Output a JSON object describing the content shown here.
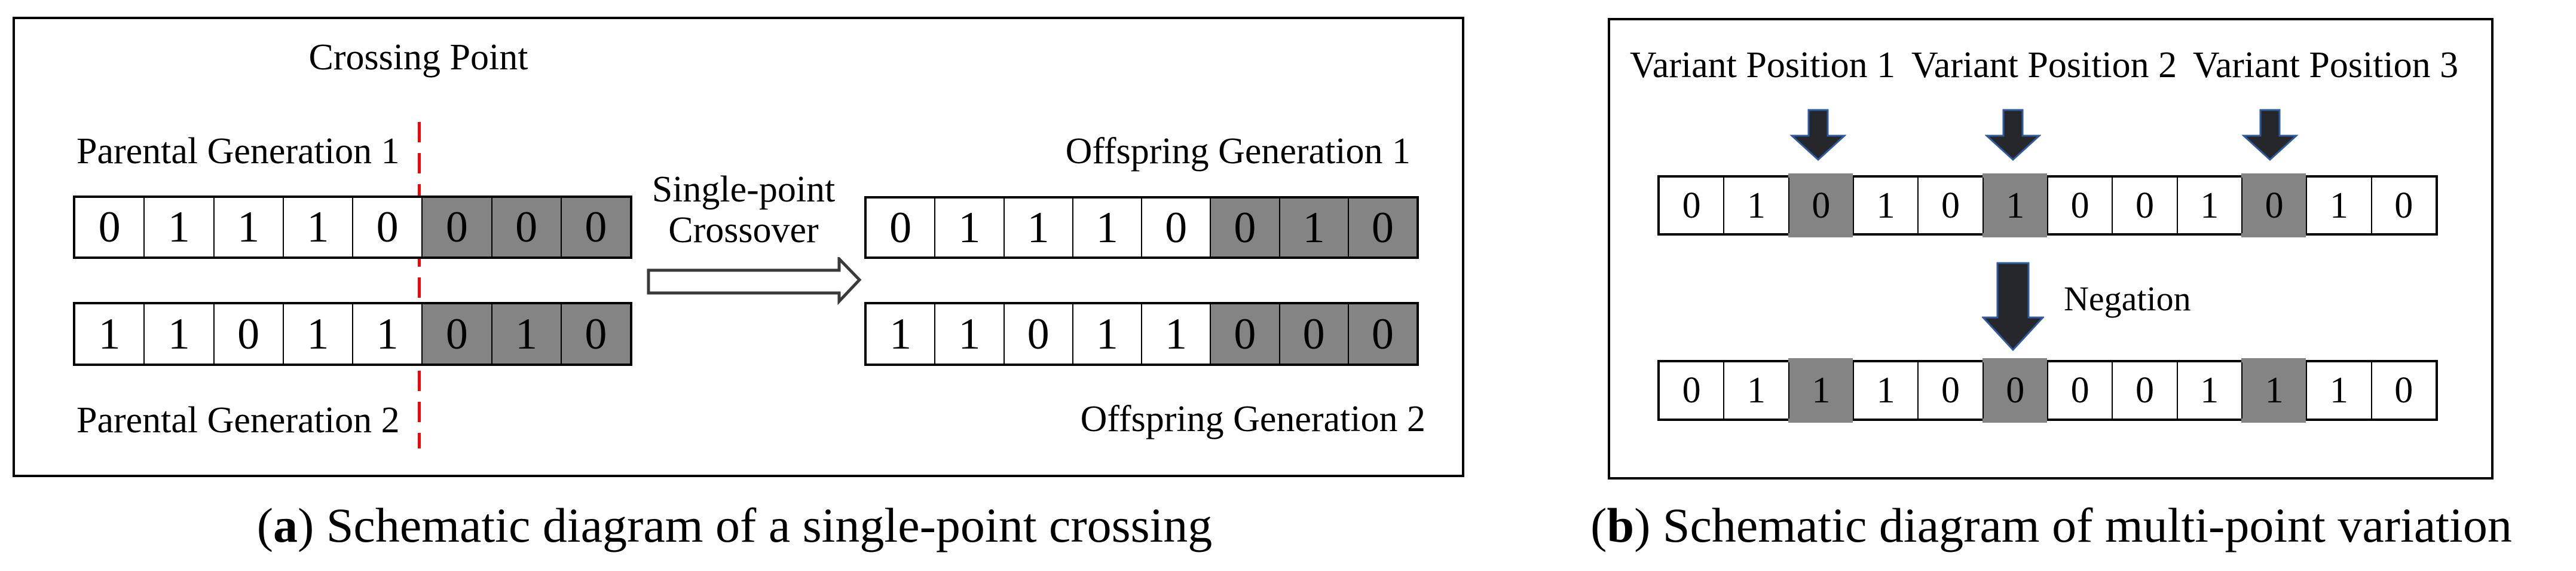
{
  "panel_a": {
    "title": "Crossing Point",
    "arrow_label_line1": "Single-point",
    "arrow_label_line2": "Crossover",
    "parent1": {
      "label": "Parental Generation 1",
      "bits": [
        "0",
        "1",
        "1",
        "1",
        "0",
        "0",
        "0",
        "0"
      ],
      "gray_start": 5
    },
    "parent2": {
      "label": "Parental Generation 2",
      "bits": [
        "1",
        "1",
        "0",
        "1",
        "1",
        "0",
        "1",
        "0"
      ],
      "gray_start": 5
    },
    "offspring1": {
      "label": "Offspring Generation 1",
      "bits": [
        "0",
        "1",
        "1",
        "1",
        "0",
        "0",
        "1",
        "0"
      ],
      "gray_start": 5
    },
    "offspring2": {
      "label": "Offspring Generation 2",
      "bits": [
        "1",
        "1",
        "0",
        "1",
        "1",
        "0",
        "0",
        "0"
      ],
      "gray_start": 5
    },
    "caption": {
      "open": "(",
      "letter": "a",
      "rest": ") Schematic diagram of a single-point crossing"
    }
  },
  "panel_b": {
    "variant_labels": [
      "Variant Position 1",
      "Variant Position 2",
      "Variant Position 3"
    ],
    "negation_label": "Negation",
    "row_before": {
      "bits": [
        "0",
        "1",
        "0",
        "1",
        "0",
        "1",
        "0",
        "0",
        "1",
        "0",
        "1",
        "0"
      ],
      "gray_indices": [
        2,
        5,
        9
      ]
    },
    "row_after": {
      "bits": [
        "0",
        "1",
        "1",
        "1",
        "0",
        "0",
        "0",
        "0",
        "1",
        "1",
        "1",
        "0"
      ],
      "gray_indices": [
        2,
        5,
        9
      ]
    },
    "caption": {
      "open": "(",
      "letter": "b",
      "rest": ") Schematic diagram of multi-point variation"
    }
  },
  "colors": {
    "gray_cell": "#848484",
    "dashed_line_red": "#ff0000",
    "variation_arrow_fill": "#25272b",
    "variation_arrow_edge": "#2e5aa0",
    "crossover_arrow_outline": "#3a3a3a"
  }
}
